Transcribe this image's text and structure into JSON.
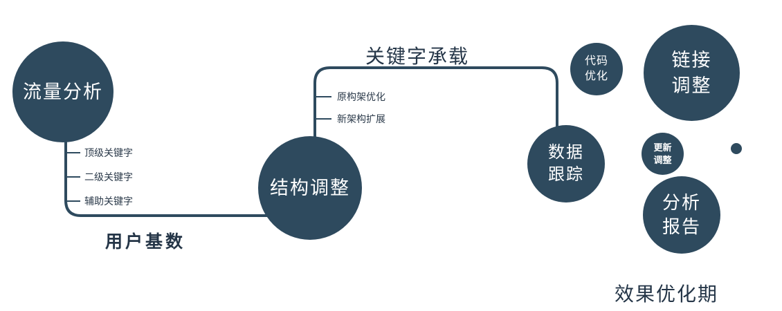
{
  "diagram": {
    "colors": {
      "node_fill": "#2e4a5e",
      "node_text": "#ffffff",
      "line": "#2e4a5e",
      "label_text": "#243547"
    },
    "nodes": {
      "traffic": {
        "lines": [
          "流量分析"
        ]
      },
      "structure": {
        "lines": [
          "结构调整"
        ]
      },
      "tracking": {
        "lines": [
          "数据",
          "跟踪"
        ]
      },
      "code": {
        "lines": [
          "代码",
          "优化"
        ]
      },
      "link": {
        "lines": [
          "链接",
          "调整"
        ]
      },
      "update": {
        "lines": [
          "更新",
          "调整"
        ]
      },
      "report": {
        "lines": [
          "分析",
          "报告"
        ]
      }
    },
    "traffic_branches": [
      "顶级关键字",
      "二级关键字",
      "辅助关键字"
    ],
    "structure_branches": [
      "原构架优化",
      "新架构扩展"
    ],
    "edge_labels": {
      "user_base": "用户基数",
      "keyword_carry": "关键字承载"
    },
    "caption": "效果优化期"
  }
}
